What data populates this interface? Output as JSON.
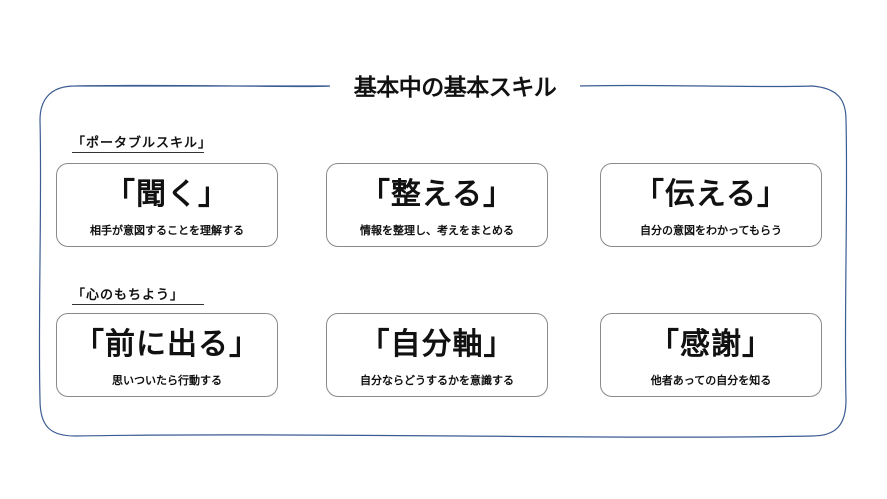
{
  "title": "基本中の基本スキル",
  "sections": [
    {
      "label": "「ポータブルスキル」",
      "cards": [
        {
          "head": "「聞く」",
          "desc": "相手が意図することを理解する"
        },
        {
          "head": "「整える」",
          "desc": "情報を整理し、考えをまとめる"
        },
        {
          "head": "「伝える」",
          "desc": "自分の意図をわかってもらう"
        }
      ]
    },
    {
      "label": "「心のもちよう」",
      "cards": [
        {
          "head": "「前に出る」",
          "desc": "思いついたら行動する"
        },
        {
          "head": "「自分軸」",
          "desc": "自分ならどうするかを意識する"
        },
        {
          "head": "「感謝」",
          "desc": "他者あっての自分を知る"
        }
      ]
    }
  ],
  "colors": {
    "frame_border": "#3b5b93",
    "card_border": "#8a8a8a",
    "text": "#111111"
  }
}
